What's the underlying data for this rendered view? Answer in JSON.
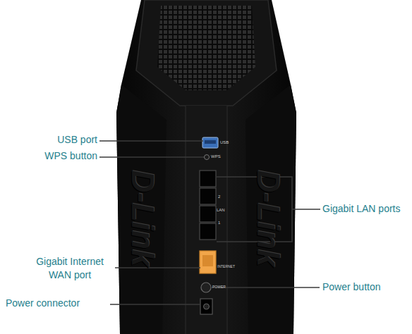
{
  "diagram": {
    "labels": [
      "USB port",
      "WPS button",
      "Gigabit LAN ports",
      "Gigabit Internet WAN port",
      "Power button",
      "Power connector",
      "USB",
      "WPS",
      "2",
      "LAN",
      "1",
      "INTERNET",
      "POWER",
      "D-Link",
      "D-Link"
    ]
  }
}
